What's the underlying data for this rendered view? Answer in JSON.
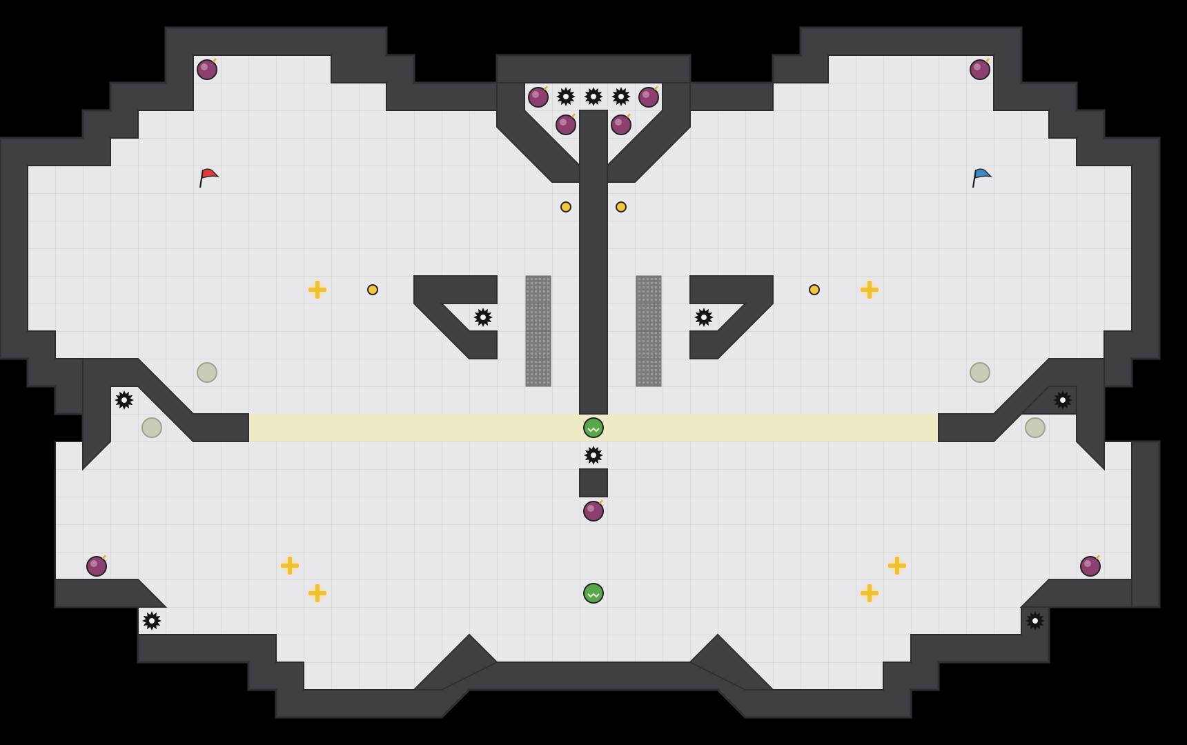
{
  "game": {
    "map_name": "",
    "colors": {
      "background": "#000000",
      "wall": "#3f3f44",
      "wall_edge": "#303034",
      "floor": "#e8e8eb",
      "grid_line": "#d6d6da",
      "neutral_zone": "#ecebc4",
      "grate": "#8c8c90",
      "red_team": "#e03a3a",
      "blue_team": "#3b86c6",
      "spike": "#141416",
      "bomb": "#8a3f6e",
      "powerup": "#f2c029",
      "boost": "#f4c542",
      "gate": "#5aa64c",
      "button": "#c8cdb8"
    },
    "icons": {
      "red_flag": "red-flag-icon",
      "blue_flag": "blue-flag-icon",
      "spike": "spike-icon",
      "bomb": "bomb-icon",
      "powerup": "powerup-icon",
      "boost": "boost-icon",
      "gate": "gate-icon",
      "button": "button-icon"
    },
    "entities": {
      "red_flags": [
        [
          7,
          6
        ]
      ],
      "blue_flags": [
        [
          35,
          6
        ]
      ],
      "bombs": [
        [
          7,
          2
        ],
        [
          19,
          3
        ],
        [
          23,
          3
        ],
        [
          20,
          4
        ],
        [
          22,
          4
        ],
        [
          35,
          2
        ],
        [
          21,
          18
        ],
        [
          3,
          20
        ],
        [
          39,
          20
        ]
      ],
      "spikes": [
        [
          20,
          3
        ],
        [
          21,
          3
        ],
        [
          22,
          3
        ],
        [
          17,
          11
        ],
        [
          25,
          11
        ],
        [
          4,
          14
        ],
        [
          38,
          14
        ],
        [
          21,
          16
        ],
        [
          5,
          22
        ],
        [
          37,
          22
        ]
      ],
      "powerups": [
        [
          11,
          10
        ],
        [
          31,
          10
        ],
        [
          10,
          20
        ],
        [
          32,
          20
        ],
        [
          11,
          21
        ],
        [
          31,
          21
        ]
      ],
      "boosts": [
        [
          20,
          7
        ],
        [
          22,
          7
        ],
        [
          13,
          10
        ],
        [
          29,
          10
        ]
      ],
      "gates": [
        [
          21,
          15
        ],
        [
          21,
          21
        ]
      ],
      "buttons": [
        [
          7,
          13
        ],
        [
          35,
          13
        ],
        [
          5,
          15
        ],
        [
          37,
          15
        ]
      ]
    }
  }
}
